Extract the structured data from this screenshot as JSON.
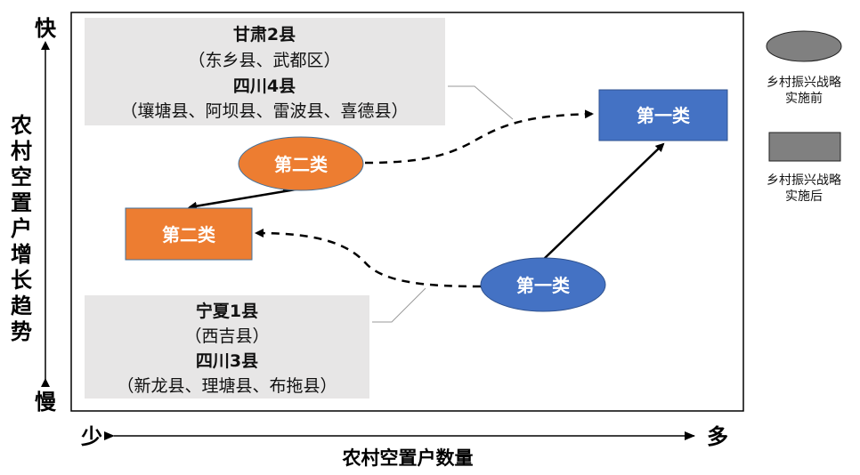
{
  "axes": {
    "y_label": "农村空置户增长趋势",
    "y_top": "快",
    "y_bottom": "慢",
    "x_label": "农村空置户数量",
    "x_left": "少",
    "x_right": "多"
  },
  "info_top": {
    "line1": "甘肃2县",
    "line2": "（东乡县、武都区）",
    "line3": "四川4县",
    "line4": "（壤塘县、阿坝县、雷波县、喜德县）"
  },
  "info_bottom": {
    "line1": "宁夏1县",
    "line2": "（西吉县）",
    "line3": "四川3县",
    "line4": "（新龙县、理塘县、布拖县）"
  },
  "nodes": {
    "class2_before": "第二类",
    "class2_after": "第二类",
    "class1_before": "第一类",
    "class1_after": "第一类"
  },
  "legend": {
    "before_line1": "乡村振兴战略",
    "before_line2": "实施前",
    "after_line1": "乡村振兴战略",
    "after_line2": "实施后"
  },
  "colors": {
    "orange": "#ED7D31",
    "blue": "#4472C4",
    "gray_legend": "#808080",
    "info_box": "#E7E6E6"
  }
}
